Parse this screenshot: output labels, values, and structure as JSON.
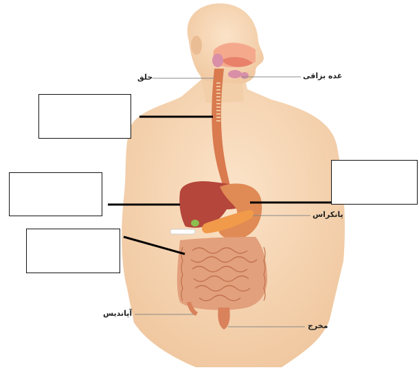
{
  "labels": {
    "pharynx": "حلق",
    "salivary_gland": "غده بزاقی",
    "pancreas": "پانکراس",
    "appendix": "آپاندیس",
    "anus": "مخرج"
  },
  "blank_boxes": [
    "",
    "",
    "",
    ""
  ],
  "colors": {
    "skin": "#f5d2ae",
    "skin_shadow": "#e8b993",
    "esophagus": "#d97a4f",
    "liver": "#b4463c",
    "stomach": "#e08a55",
    "pancreas": "#f09a4a",
    "intestine": "#e2a07c",
    "leader_thin": "#888888",
    "leader_thick": "#000000"
  }
}
